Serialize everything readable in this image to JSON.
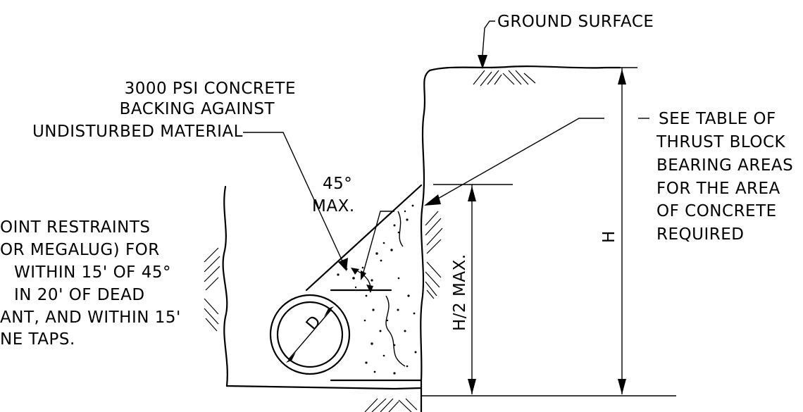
{
  "labels": {
    "ground_surface": "GROUND SURFACE",
    "concrete_line1": "3000 PSI CONCRETE",
    "concrete_line2": "BACKING AGAINST",
    "concrete_line3": "UNDISTURBED MATERIAL",
    "angle_line1": "45°",
    "angle_line2": "MAX.",
    "see_table_line1": "SEE TABLE OF",
    "see_table_line2": "THRUST BLOCK",
    "see_table_line3": "BEARING AREAS",
    "see_table_line4": "FOR THE AREA",
    "see_table_line5": "OF CONCRETE",
    "see_table_line6": "REQUIRED",
    "joint_line1": "OINT RESTRAINTS",
    "joint_line2": "OR MEGALUG) FOR",
    "joint_line3": "WITHIN 15' OF 45°",
    "joint_line4": "IN 20' OF DEAD",
    "joint_line5": "ANT, AND WITHIN 15'",
    "joint_line6": "NE TAPS.",
    "dim_h": "H",
    "dim_h_half": "H/2 MAX.",
    "pipe_d": "D"
  }
}
